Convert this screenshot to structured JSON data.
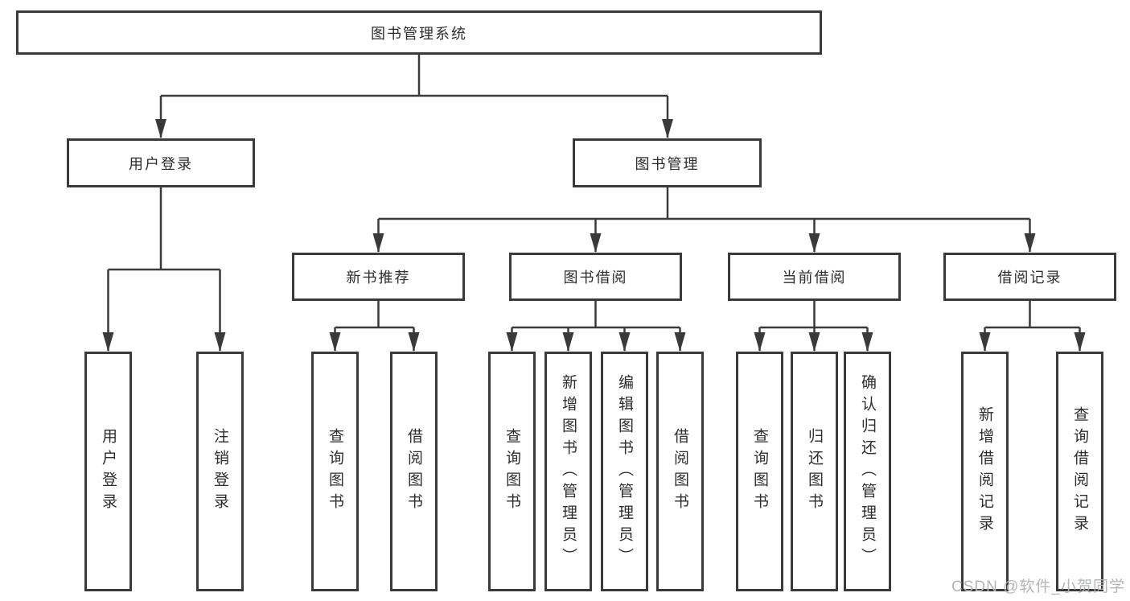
{
  "tree": {
    "root": {
      "label": "图书管理系统",
      "children": [
        {
          "label": "用户登录",
          "children": [
            {
              "label": "用户登录"
            },
            {
              "label": "注销登录"
            }
          ]
        },
        {
          "label": "图书管理",
          "children": [
            {
              "label": "新书推荐",
              "children": [
                {
                  "label": "查询图书"
                },
                {
                  "label": "借阅图书"
                }
              ]
            },
            {
              "label": "图书借阅",
              "children": [
                {
                  "label": "查询图书"
                },
                {
                  "label": "新增图书（管理员）"
                },
                {
                  "label": "编辑图书（管理员）"
                },
                {
                  "label": "借阅图书"
                }
              ]
            },
            {
              "label": "当前借阅",
              "children": [
                {
                  "label": "查询图书"
                },
                {
                  "label": "归还图书"
                },
                {
                  "label": "确认归还（管理员）"
                }
              ]
            },
            {
              "label": "借阅记录",
              "children": [
                {
                  "label": "新增借阅记录"
                },
                {
                  "label": "查询借阅记录"
                }
              ]
            }
          ]
        }
      ]
    }
  },
  "watermark": {
    "text": "CSDN @软件_小贺同学"
  },
  "colors": {
    "line": "#3a3a3a",
    "box_border": "#3a3a3a",
    "text": "#2d2d2d",
    "watermark": "#b3b5b7",
    "background": "#ffffff"
  }
}
